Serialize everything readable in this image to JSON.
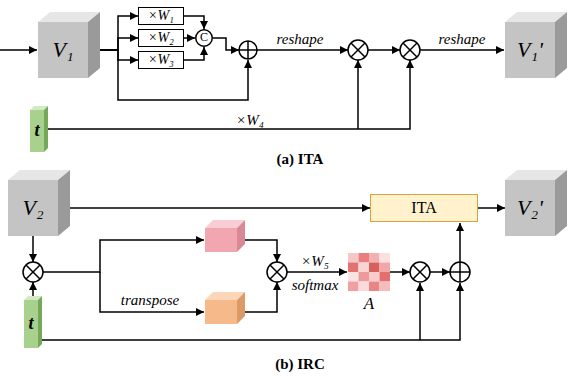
{
  "diagram": {
    "nodes": [
      {
        "text": [
          "V₁"
        ]
      },
      {
        "text": [
          "×W₁"
        ]
      },
      {
        "text": [
          "×W₂"
        ]
      },
      {
        "text": [
          "×W₃"
        ]
      },
      {
        "text": [
          "C"
        ]
      },
      {
        "text": [
          "V₁'"
        ]
      },
      {
        "text": [
          "t"
        ]
      },
      {
        "text": [
          "V₂"
        ]
      },
      {
        "text": [
          "ITA"
        ]
      },
      {
        "text": [
          "V₂'"
        ]
      },
      {
        "text": [
          "t"
        ]
      },
      {
        "text": [
          "A"
        ]
      }
    ],
    "edges": [
      {
        "from": 0,
        "to": 1,
        "arrow": "to"
      },
      {
        "from": 0,
        "to": 2,
        "arrow": "to"
      },
      {
        "from": 0,
        "to": 3,
        "arrow": "to"
      },
      {
        "from": 1,
        "to": 4,
        "arrow": "to"
      },
      {
        "from": 2,
        "to": 4,
        "arrow": "to"
      },
      {
        "from": 3,
        "to": 4,
        "arrow": "to"
      },
      {
        "from": 7,
        "to": 8,
        "arrow": "to"
      },
      {
        "from": 8,
        "to": 9,
        "arrow": "to"
      }
    ],
    "labels": [
      "reshape",
      "reshape",
      "×W₄",
      "(a) ITA",
      "transpose",
      "×W₅",
      "softmax",
      "(b) IRC"
    ]
  }
}
